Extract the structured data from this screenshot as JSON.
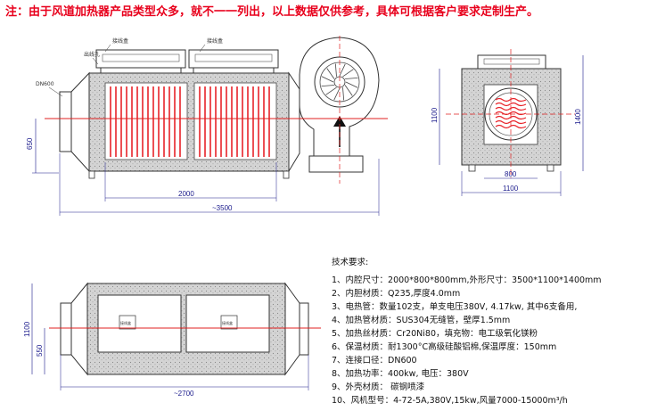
{
  "note": "注：由于风道加热器产品类型众多，就不一一列出，以上数据仅供参考，具体可根据客户要求定制生产。",
  "front_view": {
    "label_junction_box_1": "接线盒",
    "label_junction_box_2": "接线盒",
    "label_outlet_wire": "出线孔",
    "label_dn": "DN600",
    "dim_650": "650",
    "dim_2000": "2000",
    "dim_3500": "~3500"
  },
  "side_view": {
    "dim_1100_v": "1100",
    "dim_1400_v": "1400",
    "dim_800_h": "800",
    "dim_1100_h": "1100"
  },
  "top_view": {
    "box_label_1": "接线盒",
    "box_label_2": "接线盒",
    "dim_1100": "1100",
    "dim_550": "550",
    "dim_2700": "~2700"
  },
  "specs": {
    "title": "技术要求:",
    "lines": [
      "1、内腔尺寸：2000*800*800mm,外形尺寸：3500*1100*1400mm",
      "2、内胆材质：Q235,厚度4.0mm",
      "3、电热管：数量102支，单支电压380V, 4.17kw, 其中6支备用,",
      "4、加热管材质：SUS304无缝管，壁厚1.5mm",
      "5、加热丝材质：Cr20Ni80，填充物：电工级氧化镁粉",
      "6、保温材质：耐1300°C高级硅酸铝棉,保温厚度：150mm",
      "7、连接口径：DN600",
      "8、加热功率：400kw, 电压：380V",
      "9、外壳材质：     碳钢喷漆",
      "10、风机型号：4-72-5A,380V,15kw,风量7000-15000m³/h"
    ]
  },
  "colors": {
    "note": "#e8001c",
    "heater": "#e8232a",
    "dimension": "#1a1a8c",
    "axis": "#e02020"
  }
}
